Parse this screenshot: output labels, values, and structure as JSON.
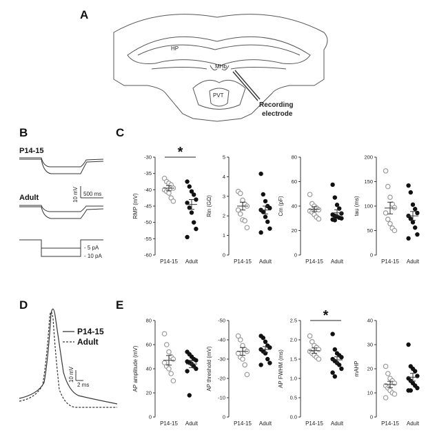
{
  "panels": {
    "A": {
      "label": "A",
      "regions": [
        "HP",
        "MHb",
        "PVT"
      ],
      "electrode_label_line1": "Recording",
      "electrode_label_line2": "electrode"
    },
    "B": {
      "label": "B",
      "group1": "P14-15",
      "group2": "Adult",
      "scale_v": "10 mV",
      "scale_t": "500 ms",
      "step1": "- 5 pA",
      "step2": "- 10 pA"
    },
    "C": {
      "label": "C"
    },
    "D": {
      "label": "D",
      "legend1": "P14-15",
      "legend2": "Adult",
      "scale_v": "10 mV",
      "scale_t": "2 ms"
    },
    "E": {
      "label": "E"
    }
  },
  "colors": {
    "p14_fill": "#ffffff",
    "p14_stroke": "#999999",
    "adult_fill": "#111111",
    "axis": "#333333"
  },
  "chart_data": [
    {
      "type": "scatter",
      "panel": "C",
      "ylabel": "RMP (mV)",
      "ylim": [
        -60,
        -30
      ],
      "yticks": [
        "-30",
        "-35",
        "-40",
        "-45",
        "-50",
        "-55",
        "-60"
      ],
      "categories": [
        "P14-15",
        "Adult"
      ],
      "significant": true,
      "sig_mark": "*",
      "series": [
        {
          "name": "P14-15",
          "values": [
            -36.5,
            -37.5,
            -38,
            -38.5,
            -39.5,
            -40,
            -40.5,
            -41,
            -42.5,
            -43.5
          ],
          "mean": -39.5,
          "sem": 0.8
        },
        {
          "name": "Adult",
          "values": [
            -37.5,
            -39,
            -40.5,
            -41.5,
            -43,
            -44,
            -45.5,
            -47,
            -50,
            -52,
            -54.5
          ],
          "mean": -44.5,
          "sem": 1.5
        }
      ]
    },
    {
      "type": "scatter",
      "panel": "C",
      "ylabel": "Rin (GΩ)",
      "ylim": [
        0,
        5
      ],
      "yticks": [
        "5",
        "4",
        "3",
        "2",
        "1",
        "0"
      ],
      "categories": [
        "P14-15",
        "Adult"
      ],
      "significant": false,
      "series": [
        {
          "name": "P14-15",
          "values": [
            3.25,
            3.15,
            2.8,
            2.6,
            2.5,
            2.3,
            2.1,
            1.8,
            1.75,
            1.4
          ],
          "mean": 2.5,
          "sem": 0.2
        },
        {
          "name": "Adult",
          "values": [
            4.15,
            3.1,
            2.75,
            2.5,
            2.4,
            2.3,
            2.2,
            1.95,
            1.7,
            1.35,
            1.15
          ],
          "mean": 2.3,
          "sem": 0.2
        }
      ]
    },
    {
      "type": "scatter",
      "panel": "C",
      "ylabel": "Cm (pF)",
      "ylim": [
        0,
        80
      ],
      "yticks": [
        "80",
        "60",
        "40",
        "20",
        "0"
      ],
      "categories": [
        "P14-15",
        "Adult"
      ],
      "significant": false,
      "series": [
        {
          "name": "P14-15",
          "values": [
            49.5,
            42,
            40,
            38.5,
            37,
            36,
            35,
            33,
            31,
            29.5
          ],
          "mean": 37.5,
          "sem": 2
        },
        {
          "name": "Adult",
          "values": [
            57.5,
            47,
            41,
            38,
            34,
            33,
            32,
            31.5,
            30.5,
            30,
            29,
            28.5
          ],
          "mean": 34.5,
          "sem": 2.5
        }
      ]
    },
    {
      "type": "scatter",
      "panel": "C",
      "ylabel": "tau (ms)",
      "ylim": [
        0,
        200
      ],
      "yticks": [
        "200",
        "150",
        "100",
        "50",
        "0"
      ],
      "categories": [
        "P14-15",
        "Adult"
      ],
      "significant": false,
      "series": [
        {
          "name": "P14-15",
          "values": [
            172,
            140,
            118,
            104,
            97,
            86,
            73,
            64,
            55,
            50
          ],
          "mean": 96,
          "sem": 12
        },
        {
          "name": "Adult",
          "values": [
            142,
            128,
            103,
            94,
            86,
            80,
            74,
            67,
            56,
            42,
            34
          ],
          "mean": 80,
          "sem": 9
        }
      ]
    },
    {
      "type": "scatter",
      "panel": "E",
      "ylabel": "AP amplitude (mV)",
      "ylim": [
        0,
        80
      ],
      "yticks": [
        "80",
        "60",
        "40",
        "20",
        "0"
      ],
      "categories": [
        "P14-15",
        "Adult"
      ],
      "significant": false,
      "series": [
        {
          "name": "P14-15",
          "values": [
            69,
            60,
            54,
            50,
            48,
            45,
            42,
            40,
            36,
            30
          ],
          "mean": 47,
          "sem": 4
        },
        {
          "name": "Adult",
          "values": [
            54,
            52,
            50,
            48,
            47,
            46,
            45,
            44,
            42,
            40,
            38,
            18
          ],
          "mean": 44,
          "sem": 3
        }
      ]
    },
    {
      "type": "scatter",
      "panel": "E",
      "ylabel": "AP threshold (mV)",
      "ylim": [
        0,
        -50
      ],
      "yticks": [
        "-50",
        "-40",
        "-30",
        "-20",
        "-10",
        "0"
      ],
      "categories": [
        "P14-15",
        "Adult"
      ],
      "significant": false,
      "series": [
        {
          "name": "P14-15",
          "values": [
            -42,
            -40,
            -37,
            -35,
            -34,
            -33,
            -31,
            -30,
            -27,
            -22
          ],
          "mean": -34,
          "sem": 2
        },
        {
          "name": "Adult",
          "values": [
            -42,
            -41,
            -39,
            -37,
            -36,
            -35,
            -34,
            -33,
            -30,
            -28,
            -27
          ],
          "mean": -35,
          "sem": 1.5
        }
      ]
    },
    {
      "type": "scatter",
      "panel": "E",
      "ylabel": "AP FWHM (ms)",
      "ylim": [
        0,
        2.5
      ],
      "yticks": [
        "2.5",
        "2.0",
        "1.5",
        "1.0",
        "0.5",
        "0.0"
      ],
      "categories": [
        "P14-15",
        "Adult"
      ],
      "significant": true,
      "sig_mark": "*",
      "series": [
        {
          "name": "P14-15",
          "values": [
            2.1,
            1.95,
            1.85,
            1.8,
            1.75,
            1.7,
            1.65,
            1.6,
            1.55,
            1.5
          ],
          "mean": 1.72,
          "sem": 0.07
        },
        {
          "name": "Adult",
          "values": [
            2.15,
            1.75,
            1.65,
            1.6,
            1.55,
            1.5,
            1.45,
            1.4,
            1.35,
            1.25,
            1.15,
            1.05
          ],
          "mean": 1.48,
          "sem": 0.08
        }
      ]
    },
    {
      "type": "scatter",
      "panel": "E",
      "ylabel": "mAHP",
      "ylim": [
        0,
        40
      ],
      "yticks": [
        "40",
        "30",
        "20",
        "10",
        "0"
      ],
      "categories": [
        "P14-15",
        "Adult"
      ],
      "significant": false,
      "series": [
        {
          "name": "P14-15",
          "values": [
            21,
            18,
            16,
            15,
            14,
            13,
            12,
            11,
            10,
            9.5,
            8
          ],
          "mean": 13.5,
          "sem": 1.3
        },
        {
          "name": "Adult",
          "values": [
            30,
            21,
            20,
            19,
            17,
            16,
            15,
            14,
            13,
            12,
            11,
            11
          ],
          "mean": 16.5,
          "sem": 1.6
        }
      ]
    }
  ]
}
